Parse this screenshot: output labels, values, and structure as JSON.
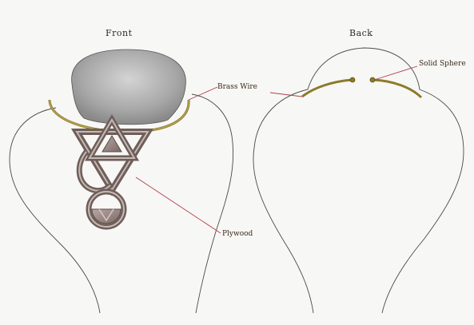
{
  "views": {
    "front_label": "Front",
    "back_label": "Back"
  },
  "annotations": {
    "brass_wire": "Brass Wire",
    "solid_sphere": "Solid Sphere",
    "pendant": "Plywood"
  },
  "colors": {
    "brass": "#8c7a2a",
    "leader_line": "#b0404a",
    "bust_outline": "#4a4a4a",
    "pendant_wood": "#8e7a76"
  }
}
